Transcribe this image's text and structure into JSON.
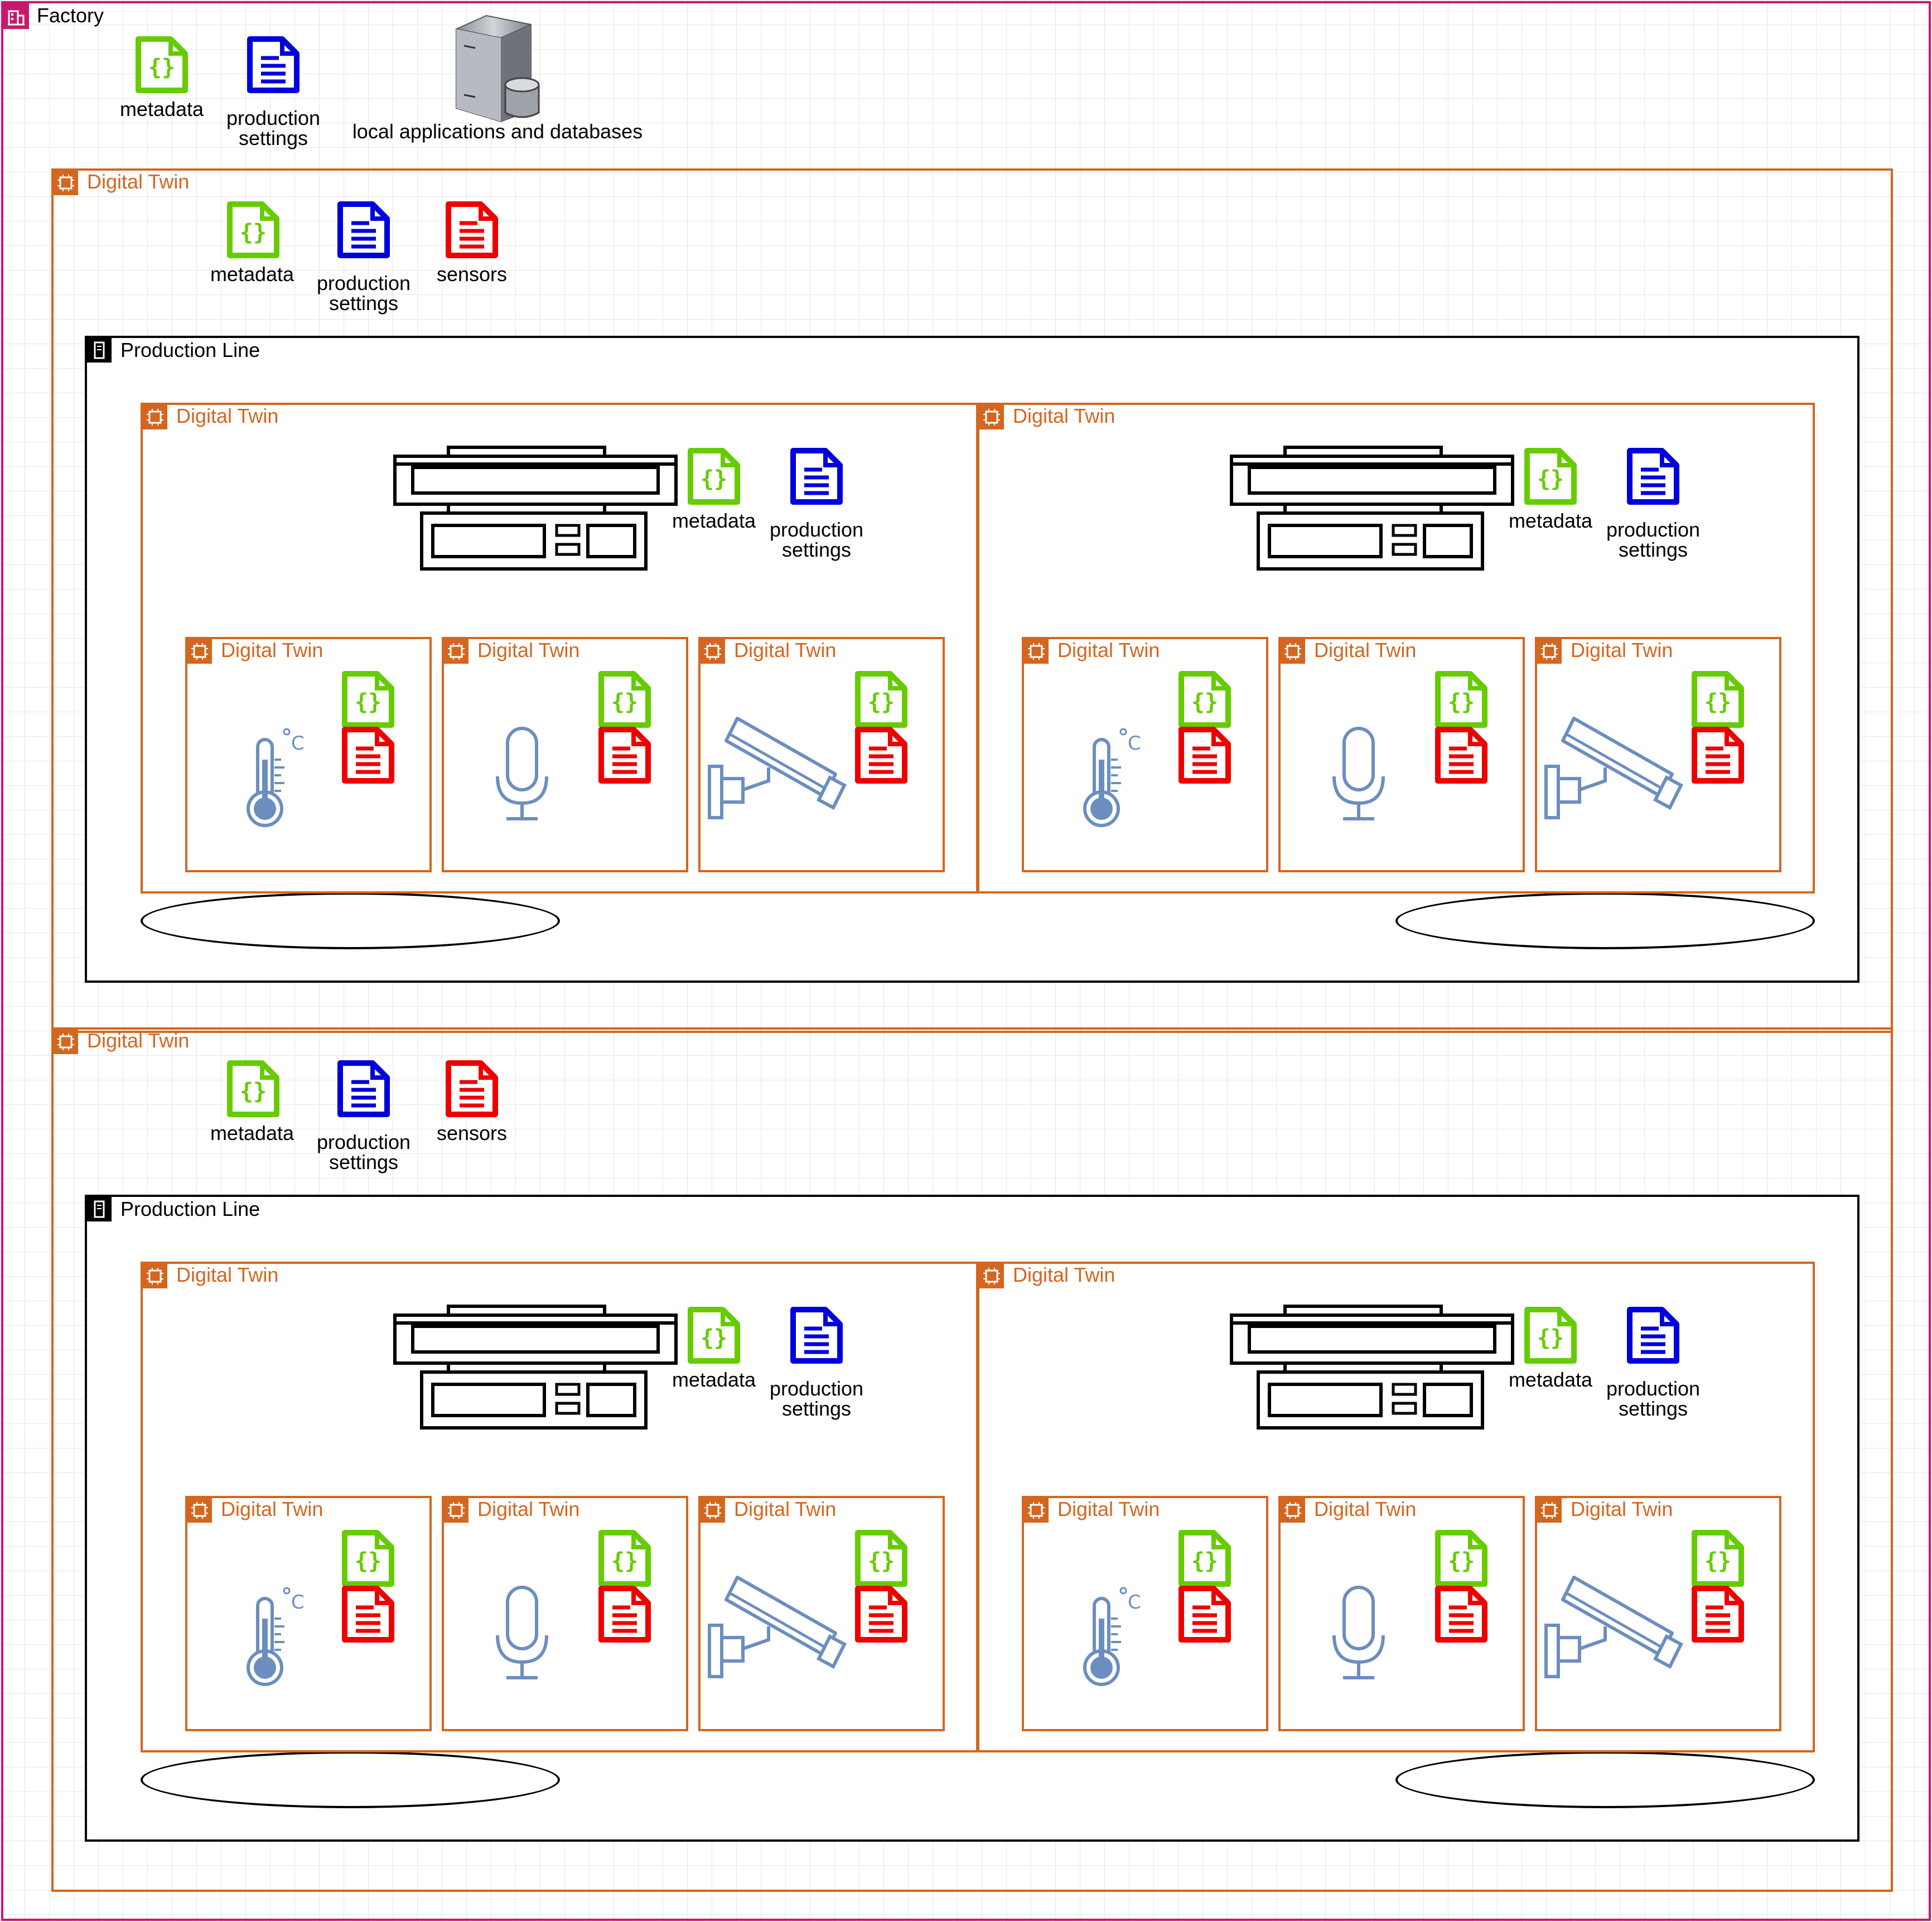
{
  "factory": {
    "label": "Factory"
  },
  "factory_files": {
    "metadata": "metadata",
    "production_settings": "production\nsettings",
    "local_apps": "local applications and databases"
  },
  "twin_label": "Digital Twin",
  "production_line_label": "Production Line",
  "file_labels": {
    "metadata": "metadata",
    "production_settings": "production\nsettings",
    "sensors": "sensors"
  },
  "colors": {
    "factory_border": "#c7186e",
    "twin_border": "#d4661f",
    "metadata_icon": "#66cc00",
    "production_icon": "#0000dd",
    "sensor_icon": "#ee0000",
    "device_icon": "#6c8ebf"
  },
  "icons": {
    "metadata": "json-file-icon",
    "production_settings": "document-icon",
    "sensors": "sensor-document-icon",
    "server": "server-database-icon",
    "machine": "industrial-machine-icon",
    "thermometer": "thermometer-icon",
    "microphone": "microphone-icon",
    "camera": "security-camera-icon",
    "twin_badge": "chip-icon",
    "factory_badge": "factory-icon",
    "line_badge": "rack-icon"
  }
}
